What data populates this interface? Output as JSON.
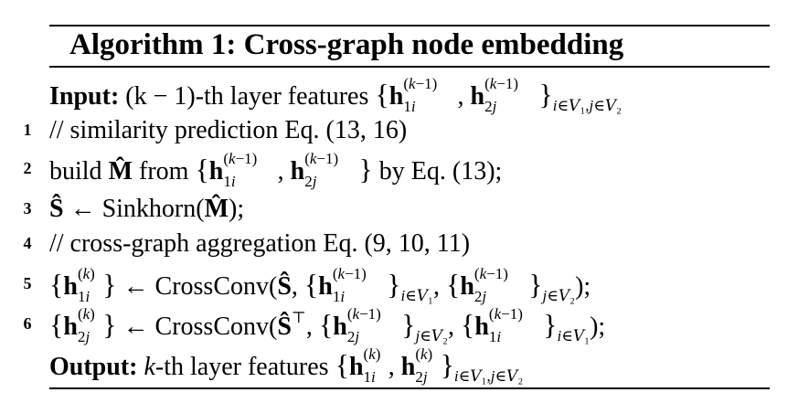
{
  "title": "Algorithm 1: Cross-graph node embedding",
  "input_label": "Input:",
  "input_text": "(k − 1)-th layer features",
  "output_label": "Output:",
  "output_text_k": "k",
  "output_text_rest": "-th layer features",
  "lines": [
    {
      "num": "1",
      "text": "// similarity prediction Eq. (13, 16)"
    },
    {
      "num": "2",
      "pre": "build",
      "mid": "from",
      "post": "by Eq. (13);"
    },
    {
      "num": "3",
      "op": "Sinkhorn("
    },
    {
      "num": "4",
      "text": "// cross-graph aggregation Eq. (9, 10, 11)"
    },
    {
      "num": "5",
      "op": "CrossConv("
    },
    {
      "num": "6",
      "op": "CrossConv("
    }
  ]
}
